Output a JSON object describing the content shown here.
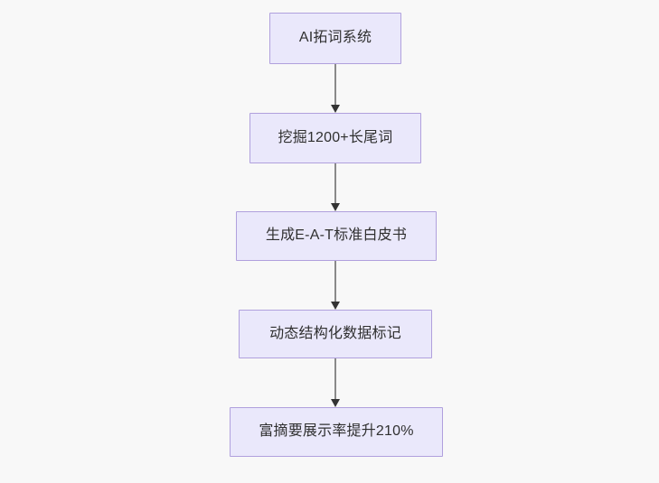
{
  "diagram": {
    "type": "flowchart",
    "direction": "top-to-bottom",
    "background_color": "#f8f8f8",
    "node_fill_color": "#eae8fb",
    "node_border_color": "#b0a0dd",
    "node_text_color": "#303030",
    "edge_line_color": "#8a8a8a",
    "edge_arrow_color": "#333333",
    "nodes": [
      {
        "id": "node-0",
        "label": "AI拓词系统"
      },
      {
        "id": "node-1",
        "label": "挖掘1200+长尾词"
      },
      {
        "id": "node-2",
        "label": "生成E-A-T标准白皮书"
      },
      {
        "id": "node-3",
        "label": "动态结构化数据标记"
      },
      {
        "id": "node-4",
        "label": "富摘要展示率提升210%"
      }
    ],
    "edges": [
      {
        "id": "edge-0",
        "from": "node-0",
        "to": "node-1",
        "label": ""
      },
      {
        "id": "edge-1",
        "from": "node-1",
        "to": "node-2",
        "label": ""
      },
      {
        "id": "edge-2",
        "from": "node-2",
        "to": "node-3",
        "label": ""
      },
      {
        "id": "edge-3",
        "from": "node-3",
        "to": "node-4",
        "label": ""
      }
    ]
  }
}
